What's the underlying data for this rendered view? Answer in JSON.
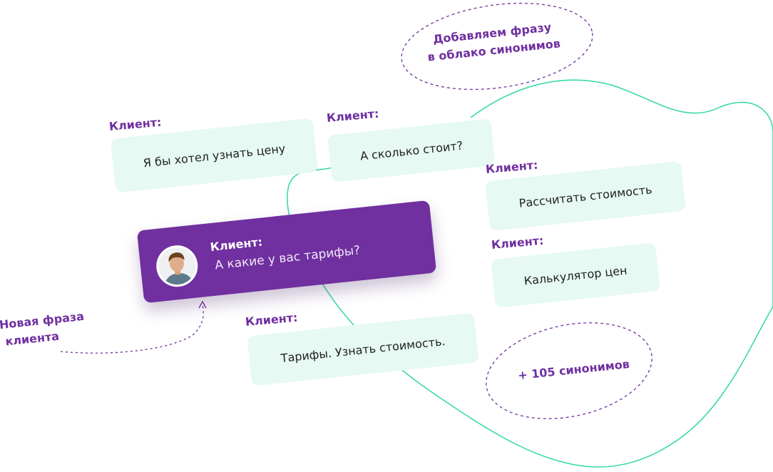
{
  "client_label": "Клиент:",
  "cards": [
    {
      "label": "Клиент:",
      "text": "Я бы хотел узнать цену"
    },
    {
      "label": "Клиент:",
      "text": "А сколько стоит?"
    },
    {
      "label": "Клиент:",
      "text": "Рассчитать стоимость"
    },
    {
      "label": "Клиент:",
      "text": "Калькулятор цен"
    },
    {
      "label": "Клиент:",
      "text": "Тарифы. Узнать стоимость."
    }
  ],
  "main_card": {
    "label": "Клиент:",
    "text": "А какие у вас тарифы?"
  },
  "notes": {
    "new_phrase_line1": "Новая фраза",
    "new_phrase_line2": "клиента",
    "cloud_line1": "Добавляем фразу",
    "cloud_line2": "в облако синонимов",
    "synonyms_count": "+ 105 синонимов"
  },
  "colors": {
    "accent": "#7030a0",
    "card_bg": "#e6f9f3",
    "cloud_line": "#2fd8a0"
  }
}
